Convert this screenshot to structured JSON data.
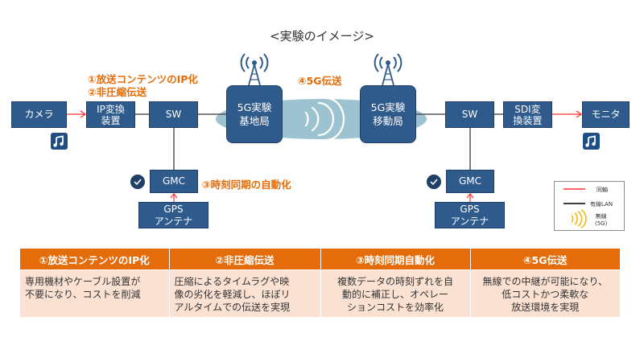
{
  "title": "<実験のイメージ>",
  "colors": {
    "box_fill": "#2F5A8C",
    "accent_orange": "#E46C0A",
    "coax_red": "#FF3333",
    "lan_black": "#333333",
    "wireless_yellow": "#F5B800",
    "ellipse_teal": "#9CC3CF",
    "table_body": "#FBE1D2"
  },
  "nodes": {
    "camera": "カメラ",
    "ip_converter": "IP変換\n装置",
    "sw_left": "SW",
    "base_station": "5G実験\n基地局",
    "mobile_station": "5G実験\n移動局",
    "sw_right": "SW",
    "sdi_converter": "SDI変\n換装置",
    "monitor": "モニタ",
    "gmc_left": "GMC",
    "gps_left": "GPS\nアンテナ",
    "gmc_right": "GMC",
    "gps_right": "GPS\nアンテナ"
  },
  "callouts": {
    "ip_content": "①放送コンテンツのIP化",
    "uncompressed": "②非圧縮伝送",
    "time_sync": "③時刻同期の自動化",
    "transmission_5g": "④5G伝送"
  },
  "icons": {
    "camera_audio": "music-note-icon",
    "monitor_audio": "music-note-icon",
    "clock_left": "clock-icon",
    "clock_right": "clock-icon",
    "tower_left": "antenna-tower-icon",
    "tower_right": "antenna-tower-icon",
    "wireless_waves": "wireless-waves-icon"
  },
  "legend": {
    "coax": "同軸",
    "wired_lan": "有線LAN",
    "wireless": "無線\n(5G)"
  },
  "table": {
    "headers": [
      "①放送コンテンツのIP化",
      "②非圧縮伝送",
      "③時刻同期自動化",
      "④5G伝送"
    ],
    "cells": [
      "専用機材やケーブル設置が\n不要になり、コストを削減",
      "圧縮によるタイムラグや映\n像の劣化を軽減し、ほぼリ\nアルタイムでの伝送を実現",
      "複数データの時刻ずれを自\n動的に補正し、オペレー\nションコストを効率化",
      "無線での中継が可能になり、\n低コストかつ柔軟な\n放送環境を実現"
    ]
  }
}
